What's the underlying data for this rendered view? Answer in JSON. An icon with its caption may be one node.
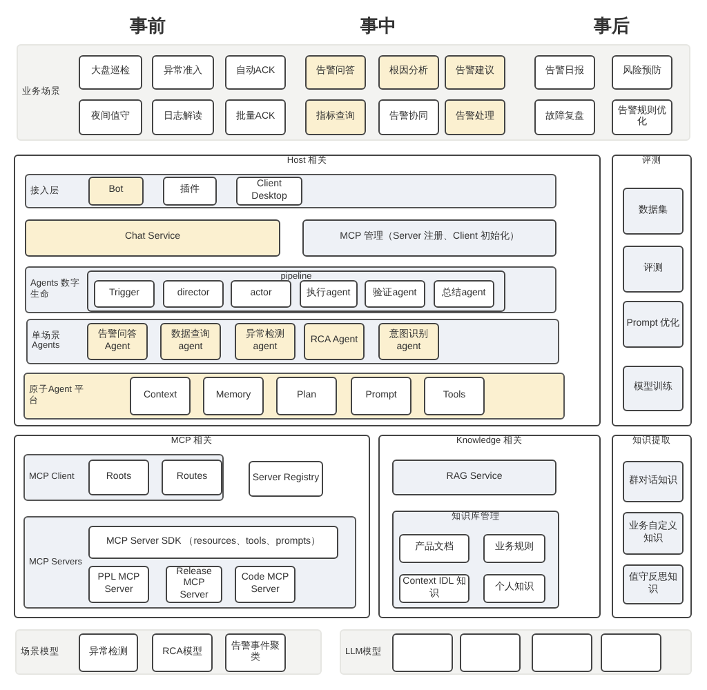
{
  "diagram": {
    "nodes": [
      {
        "text": [
          "业务场景"
        ]
      },
      {
        "text": [
          "大盘巡检"
        ],
        "in": 0
      },
      {
        "text": [
          "异常准入"
        ],
        "in": 0
      },
      {
        "text": [
          "自动ACK"
        ],
        "in": 0
      },
      {
        "text": [
          "告警问答"
        ],
        "in": 0
      },
      {
        "text": [
          "根因分析"
        ],
        "in": 0
      },
      {
        "text": [
          "告警建议"
        ],
        "in": 0
      },
      {
        "text": [
          "告警日报"
        ],
        "in": 0
      },
      {
        "text": [
          "风险预防"
        ],
        "in": 0
      },
      {
        "text": [
          "夜间值守"
        ],
        "in": 0
      },
      {
        "text": [
          "日志解读"
        ],
        "in": 0
      },
      {
        "text": [
          "批量ACK"
        ],
        "in": 0
      },
      {
        "text": [
          "指标查询"
        ],
        "in": 0
      },
      {
        "text": [
          "告警协同"
        ],
        "in": 0
      },
      {
        "text": [
          "告警处理"
        ],
        "in": 0
      },
      {
        "text": [
          "故障复盘"
        ],
        "in": 0
      },
      {
        "text": [
          "告警规则优化"
        ],
        "in": 0
      },
      {
        "text": [
          "Host 相关"
        ]
      },
      {
        "text": [
          "接入层"
        ],
        "in": 17
      },
      {
        "text": [
          "Bot"
        ],
        "in": 18
      },
      {
        "text": [
          "插件"
        ],
        "in": 18
      },
      {
        "text": [
          "Client Desktop"
        ],
        "in": 18
      },
      {
        "text": [
          "Chat Service"
        ],
        "in": 17
      },
      {
        "text": [
          "MCP 管理（Server 注册、Client 初始化）"
        ],
        "in": 17
      },
      {
        "text": [
          "Agents 数字生命"
        ],
        "in": 17
      },
      {
        "text": [
          "pipeline"
        ],
        "in": 24
      },
      {
        "text": [
          "Trigger"
        ],
        "in": 25
      },
      {
        "text": [
          "director"
        ],
        "in": 25
      },
      {
        "text": [
          "actor"
        ],
        "in": 25
      },
      {
        "text": [
          "执行agent"
        ],
        "in": 25
      },
      {
        "text": [
          "验证agent"
        ],
        "in": 25
      },
      {
        "text": [
          "总结agent"
        ],
        "in": 25
      },
      {
        "text": [
          "单场景Agents"
        ],
        "in": 17
      },
      {
        "text": [
          "告警问答Agent"
        ],
        "in": 32
      },
      {
        "text": [
          "数据查询agent"
        ],
        "in": 32
      },
      {
        "text": [
          "异常检测agent"
        ],
        "in": 32
      },
      {
        "text": [
          "RCA Agent"
        ],
        "in": 32
      },
      {
        "text": [
          "意图识别agent"
        ],
        "in": 32
      },
      {
        "text": [
          "原子Agent 平台"
        ],
        "in": 17
      },
      {
        "text": [
          "Context"
        ],
        "in": 38
      },
      {
        "text": [
          "Memory"
        ],
        "in": 38
      },
      {
        "text": [
          "Plan"
        ],
        "in": 38
      },
      {
        "text": [
          "Prompt"
        ],
        "in": 38
      },
      {
        "text": [
          "Tools"
        ],
        "in": 38
      },
      {
        "text": [
          "评测"
        ]
      },
      {
        "text": [
          "数据集"
        ],
        "in": 44
      },
      {
        "text": [
          "评测"
        ],
        "in": 44
      },
      {
        "text": [
          "Prompt 优化"
        ],
        "in": 44
      },
      {
        "text": [
          "模型训练"
        ],
        "in": 44
      },
      {
        "text": [
          "MCP 相关"
        ]
      },
      {
        "text": [
          "MCP Client"
        ],
        "in": 49
      },
      {
        "text": [
          "Roots"
        ],
        "in": 50
      },
      {
        "text": [
          "Routes"
        ],
        "in": 50
      },
      {
        "text": [
          "Server Registry"
        ],
        "in": 49
      },
      {
        "text": [
          "MCP Servers"
        ],
        "in": 49
      },
      {
        "text": [
          "MCP Server SDK （resources、tools、prompts）"
        ],
        "in": 54
      },
      {
        "text": [
          "PPL MCP Server"
        ],
        "in": 54
      },
      {
        "text": [
          "Release MCP Server"
        ],
        "in": 54
      },
      {
        "text": [
          "Code MCP Server"
        ],
        "in": 54
      },
      {
        "text": [
          "Knowledge 相关"
        ]
      },
      {
        "text": [
          "RAG Service"
        ],
        "in": 59
      },
      {
        "text": [
          "知识库管理"
        ],
        "in": 59
      },
      {
        "text": [
          "产品文档"
        ],
        "in": 61
      },
      {
        "text": [
          "业务规则"
        ],
        "in": 61
      },
      {
        "text": [
          "Context IDL 知识"
        ],
        "in": 61
      },
      {
        "text": [
          "个人知识"
        ],
        "in": 61
      },
      {
        "text": [
          "知识提取"
        ]
      },
      {
        "text": [
          "群对话知识"
        ],
        "in": 66
      },
      {
        "text": [
          "业务自定义知识"
        ],
        "in": 66
      },
      {
        "text": [
          "值守反思知识"
        ],
        "in": 66
      },
      {
        "text": [
          "场景模型"
        ]
      },
      {
        "text": [
          "异常检测"
        ],
        "in": 70
      },
      {
        "text": [
          "RCA模型"
        ],
        "in": 70
      },
      {
        "text": [
          "告警事件聚类"
        ],
        "in": 70
      },
      {
        "text": [
          "LLM模型"
        ]
      },
      {
        "text": [],
        "shape": "box",
        "in": 74
      },
      {
        "text": [],
        "shape": "box",
        "in": 74
      },
      {
        "text": [],
        "shape": "box",
        "in": 74
      },
      {
        "text": [],
        "shape": "box",
        "in": 74
      }
    ],
    "labels": [
      "事前",
      "事中",
      "事后"
    ]
  }
}
